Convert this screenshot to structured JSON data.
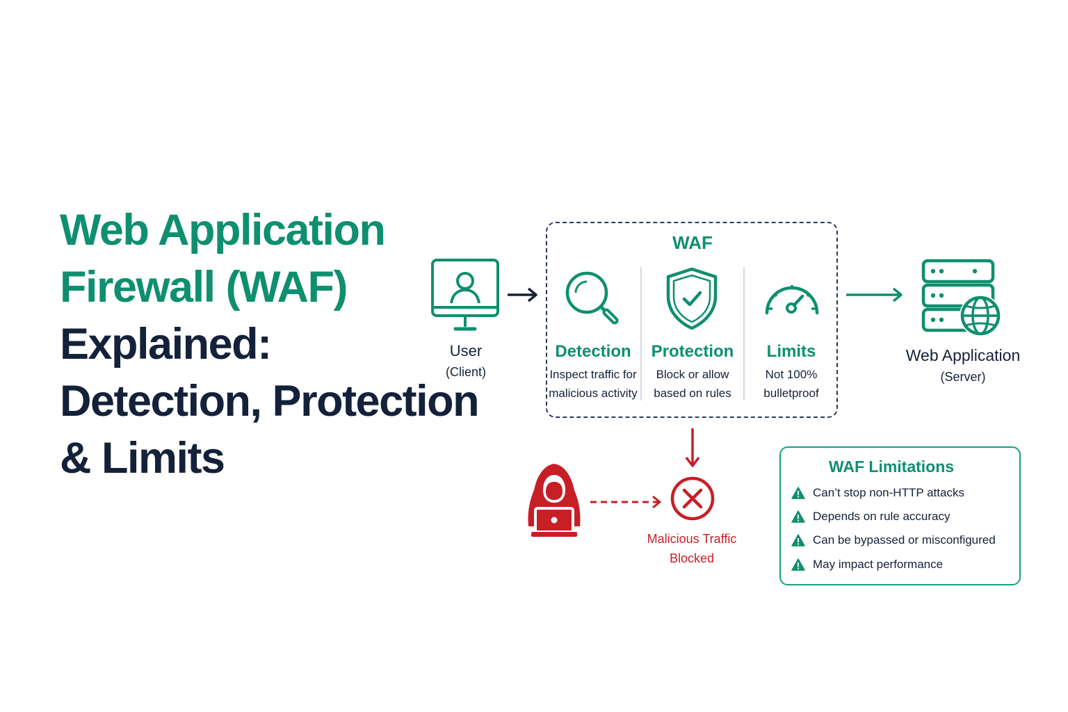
{
  "title": {
    "line1": "Web Application",
    "line2": "Firewall (WAF)",
    "line3": "Explained:",
    "line4": "Detection, Protection",
    "line5": "& Limits"
  },
  "user": {
    "label": "User",
    "sublabel": "(Client)",
    "icon": "monitor-user-icon"
  },
  "waf": {
    "title": "WAF",
    "columns": [
      {
        "title": "Detection",
        "desc1": "Inspect traffic for",
        "desc2": "malicious activity",
        "icon": "magnifier-icon"
      },
      {
        "title": "Protection",
        "desc1": "Block or allow",
        "desc2": "based on rules",
        "icon": "shield-check-icon"
      },
      {
        "title": "Limits",
        "desc1": "Not 100%",
        "desc2": "bulletproof",
        "icon": "gauge-icon"
      }
    ]
  },
  "server": {
    "label": "Web Application",
    "sublabel": "(Server)",
    "icon": "server-globe-icon"
  },
  "attack": {
    "label1": "Malicious Traffic",
    "label2": "Blocked",
    "icon": "hacker-laptop-icon"
  },
  "limitations": {
    "title": "WAF Limitations",
    "items": [
      "Can’t stop non-HTTP attacks",
      "Depends on rule accuracy",
      "Can be bypassed or misconfigured",
      "May impact performance"
    ]
  },
  "colors": {
    "green": "#0e8f6f",
    "navy": "#14213a",
    "red": "#c81e26"
  }
}
